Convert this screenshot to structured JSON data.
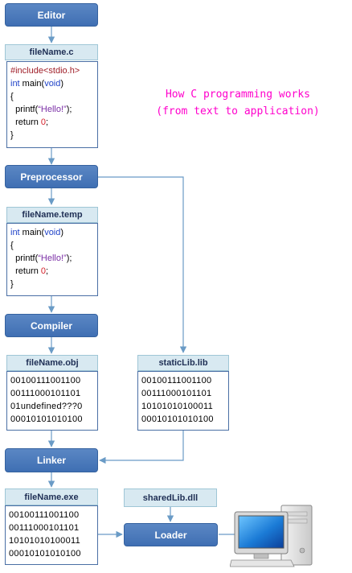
{
  "title": {
    "line1": "How C programming works",
    "line2": "(from text to application)"
  },
  "processes": {
    "editor": "Editor",
    "preprocessor": "Preprocessor",
    "compiler": "Compiler",
    "linker": "Linker",
    "loader": "Loader"
  },
  "files": {
    "source": {
      "name": "fileName.c",
      "lines": [
        [
          {
            "t": "#include<stdio.h>",
            "c": "pre"
          }
        ],
        [
          {
            "t": "int",
            "c": "kw"
          },
          {
            "t": " main(",
            "c": "txt"
          },
          {
            "t": "void",
            "c": "kw"
          },
          {
            "t": ")",
            "c": "txt"
          }
        ],
        [
          {
            "t": "{",
            "c": "txt"
          }
        ],
        [
          {
            "t": "  printf(",
            "c": "txt"
          },
          {
            "t": "“Hello!”",
            "c": "str"
          },
          {
            "t": ");",
            "c": "txt"
          }
        ],
        [
          {
            "t": "  return ",
            "c": "txt"
          },
          {
            "t": "0",
            "c": "num"
          },
          {
            "t": ";",
            "c": "txt"
          }
        ],
        [
          {
            "t": "}",
            "c": "txt"
          }
        ]
      ]
    },
    "temp": {
      "name": "fileName.temp",
      "lines": [
        [
          {
            "t": "int",
            "c": "kw"
          },
          {
            "t": " main(",
            "c": "txt"
          },
          {
            "t": "void",
            "c": "kw"
          },
          {
            "t": ")",
            "c": "txt"
          }
        ],
        [
          {
            "t": "{",
            "c": "txt"
          }
        ],
        [
          {
            "t": "  printf(",
            "c": "txt"
          },
          {
            "t": "“Hello!”",
            "c": "str"
          },
          {
            "t": ");",
            "c": "txt"
          }
        ],
        [
          {
            "t": "  return ",
            "c": "txt"
          },
          {
            "t": "0",
            "c": "num"
          },
          {
            "t": ";",
            "c": "txt"
          }
        ],
        [
          {
            "t": "}",
            "c": "txt"
          }
        ]
      ]
    },
    "obj": {
      "name": "fileName.obj",
      "lines": [
        "00100111001100",
        "00111000101101",
        "01undefined???0",
        "00010101010100"
      ]
    },
    "staticlib": {
      "name": "staticLib.lib",
      "lines": [
        "00100111001100",
        "00111000101101",
        "10101010100011",
        "00010101010100"
      ]
    },
    "exe": {
      "name": "fileName.exe",
      "lines": [
        "00100111001100",
        "00111000101101",
        "10101010100011",
        "00010101010100"
      ]
    },
    "sharedlib": {
      "name": "sharedLib.dll"
    }
  },
  "icons": {
    "computer": "computer-icon"
  },
  "colors": {
    "process_fill": "#4a7bbd",
    "file_header_fill": "#d8e9f1",
    "connector": "#6a9bc6",
    "title": "#ff00cc",
    "binary_text": "#1f3fbf"
  }
}
